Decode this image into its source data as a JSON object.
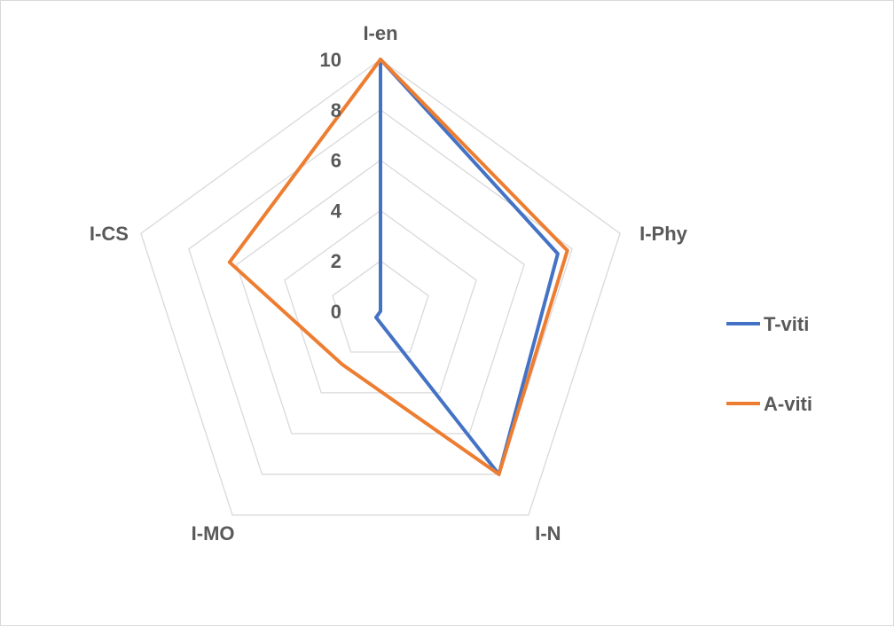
{
  "chart_data": {
    "type": "radar",
    "categories": [
      "I-en",
      "I-Phy",
      "I-N",
      "I-MO",
      "I-CS"
    ],
    "ticks": [
      "0",
      "2",
      "4",
      "6",
      "8",
      "10"
    ],
    "rlim": [
      0,
      10
    ],
    "grid": true,
    "legend_position": "right",
    "series": [
      {
        "name": "T-viti",
        "color": "#4472c4",
        "values": [
          10,
          7.4,
          8.0,
          0.3,
          0.0
        ]
      },
      {
        "name": "A-viti",
        "color": "#ed7d31",
        "values": [
          10,
          7.8,
          8.0,
          2.6,
          6.3
        ]
      }
    ]
  }
}
